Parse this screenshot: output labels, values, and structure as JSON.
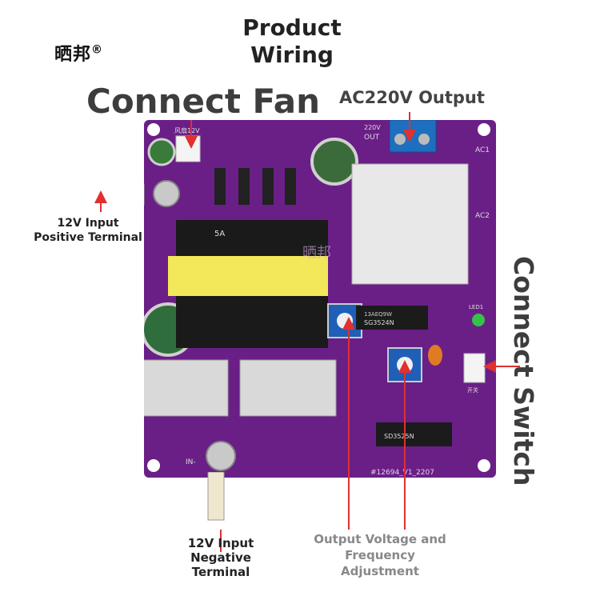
{
  "brand": {
    "name": "晒邦",
    "mark": "®"
  },
  "title": {
    "line1": "Product",
    "line2": "Wiring"
  },
  "labels": {
    "connect_fan": "Connect Fan",
    "ac_output": "AC220V Output",
    "connect_switch": "Connect Switch",
    "pos_terminal_line1": "12V Input",
    "pos_terminal_line2": "Positive Terminal",
    "neg_terminal_line1": "12V Input Negative",
    "neg_terminal_line2": "Terminal",
    "adjust_line1": "Output Voltage and",
    "adjust_line2": "Frequency Adjustment"
  },
  "board": {
    "fan_label": "风扇12V",
    "board_brand": "晒邦",
    "board_code": "#12694_V1_2207",
    "out_label": "OUT",
    "out_voltage": "220V",
    "ac1": "AC1",
    "ac2": "AC2",
    "chip1": "SG3524N",
    "chip1_code": "13AEQ9W",
    "chip2": "SD3525N",
    "in_minus": "IN-",
    "switch_label": "开关",
    "led": "LED1",
    "transformer_label": "5A"
  },
  "colors": {
    "board": "#6a1f86",
    "arrow": "#e03030",
    "terminal_blue": "#1e6fbf"
  }
}
